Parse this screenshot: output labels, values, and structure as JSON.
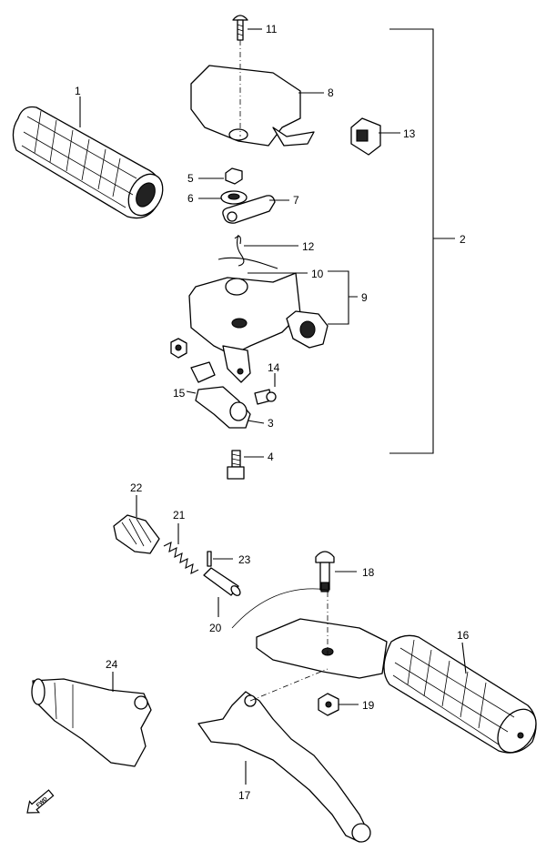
{
  "diagram": {
    "labels": {
      "p1": "1",
      "p2": "2",
      "p3": "3",
      "p4": "4",
      "p5": "5",
      "p6": "6",
      "p7": "7",
      "p8": "8",
      "p9": "9",
      "p10": "10",
      "p11": "11",
      "p12": "12",
      "p13": "13",
      "p14": "14",
      "p15": "15",
      "p16": "16",
      "p17": "17",
      "p18": "18",
      "p19": "19",
      "p20": "20",
      "p21": "21",
      "p22": "22",
      "p23": "23",
      "p24": "24"
    },
    "fwd_label": "FWD"
  }
}
